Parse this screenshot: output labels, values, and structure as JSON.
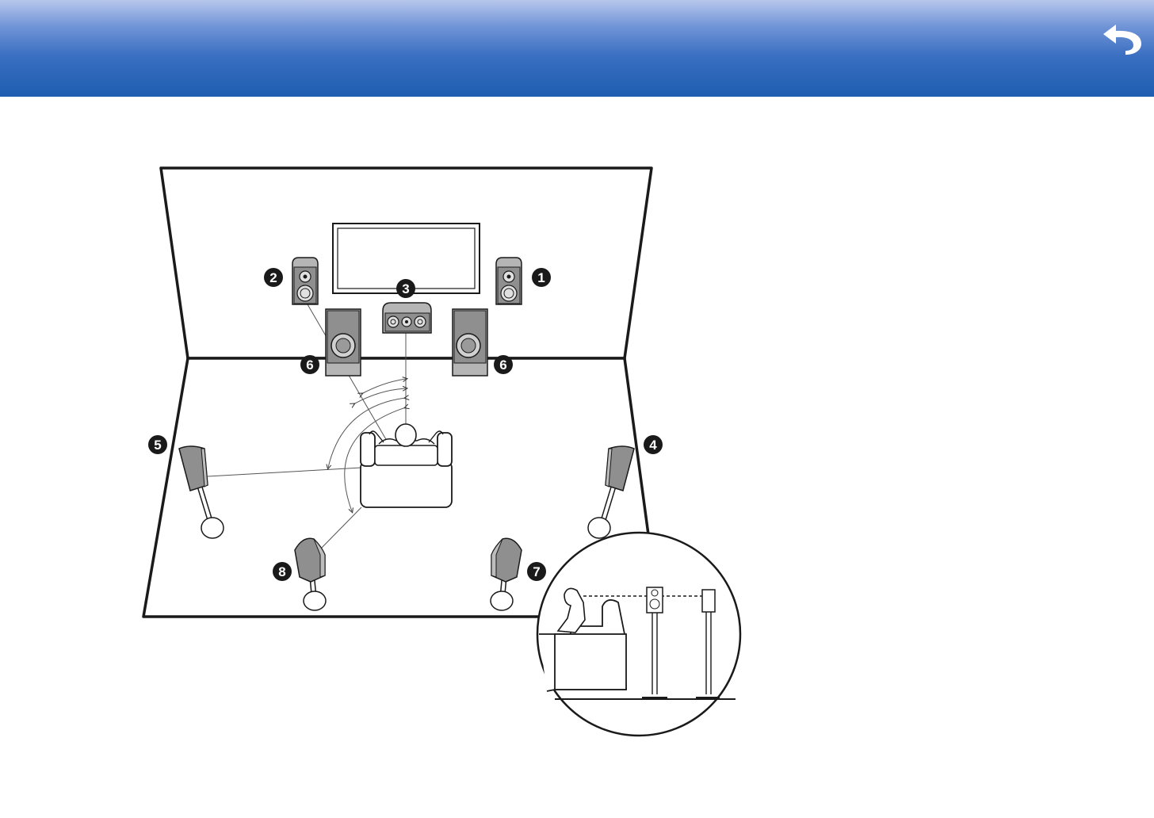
{
  "header": {
    "back_icon": "return-arrow-icon"
  },
  "badges": {
    "front_right": "1",
    "front_left": "2",
    "center": "3",
    "surround_right": "4",
    "surround_left": "5",
    "subwoofer_left": "6",
    "subwoofer_right": "6",
    "surround_back_right": "7",
    "surround_back_left": "8"
  },
  "colors": {
    "header_top": "#b7c7ec",
    "header_bottom": "#1d5db0",
    "speaker_fill": "#8f8f8f",
    "badge_fill": "#1a1a1a"
  }
}
